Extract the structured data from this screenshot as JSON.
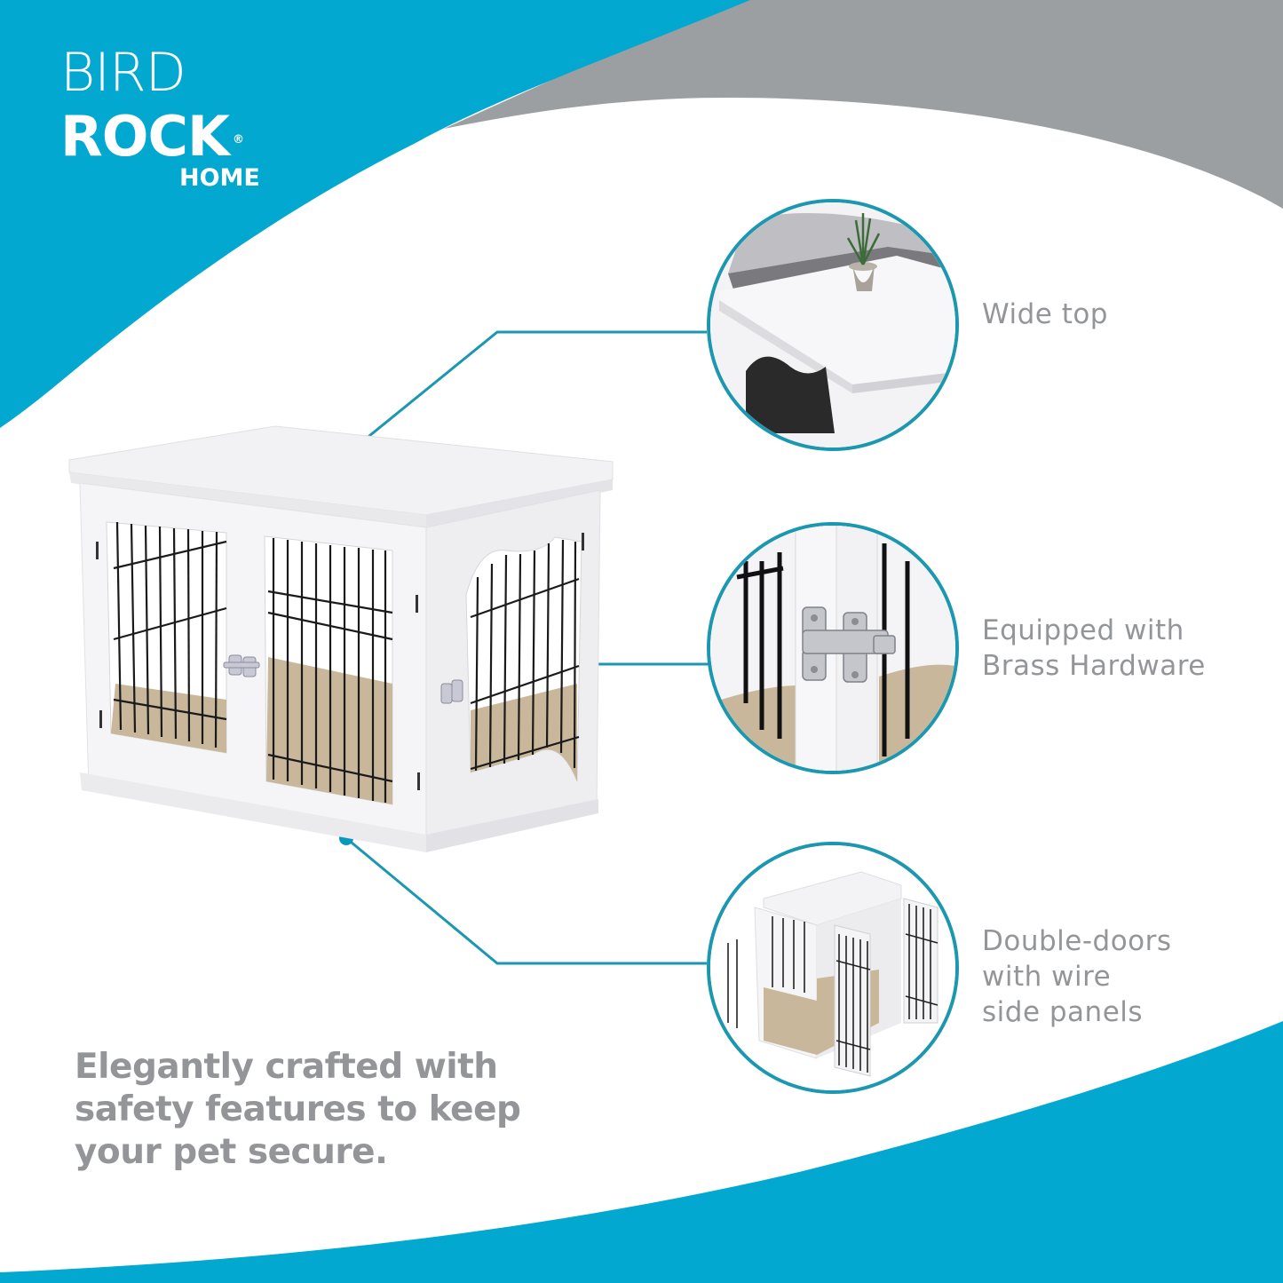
{
  "colors": {
    "brand_blue": "#02a8d0",
    "gray_band": "#9c9fa1",
    "accent_teal": "#1b97b0",
    "text_gray": "#939598",
    "white": "#ffffff",
    "crate_white": "#f4f4f6",
    "cushion_tan": "#c8b79a",
    "wire_black": "#1a1a1a"
  },
  "brand": {
    "line1": "BIRD",
    "line2": "ROCK",
    "registered": "®",
    "line3": "HOME"
  },
  "features": [
    {
      "id": "wide-top",
      "label_lines": [
        "Wide top"
      ],
      "image": "crate-top-closeup"
    },
    {
      "id": "brass-hardware",
      "label_lines": [
        "Equipped with",
        "Brass Hardware"
      ],
      "image": "latch-closeup"
    },
    {
      "id": "double-doors",
      "label_lines": [
        "Double-doors",
        "with wire",
        "side panels"
      ],
      "image": "open-doors-view"
    }
  ],
  "tagline": {
    "lines": [
      "Elegantly crafted with",
      "safety features to keep",
      "your pet secure."
    ]
  },
  "product": {
    "name": "white-wooden-dog-crate"
  }
}
